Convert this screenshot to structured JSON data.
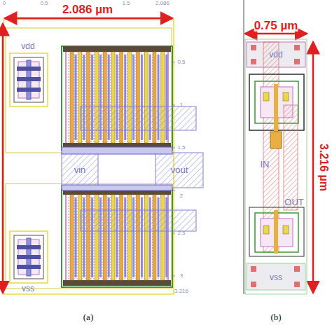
{
  "diagram": {
    "labels": [
      "2.086 µm",
      "0",
      "0.5",
      "1.5",
      "2.086",
      "0.5",
      "1",
      "1.5",
      "2",
      "2.5",
      "3",
      "3.216",
      "vdd",
      "vin",
      "vout",
      "vss",
      "(a)",
      "0.75 µm",
      "3.216 µm",
      "vdd",
      "IN",
      "OUT",
      "vss",
      "(b)"
    ]
  }
}
